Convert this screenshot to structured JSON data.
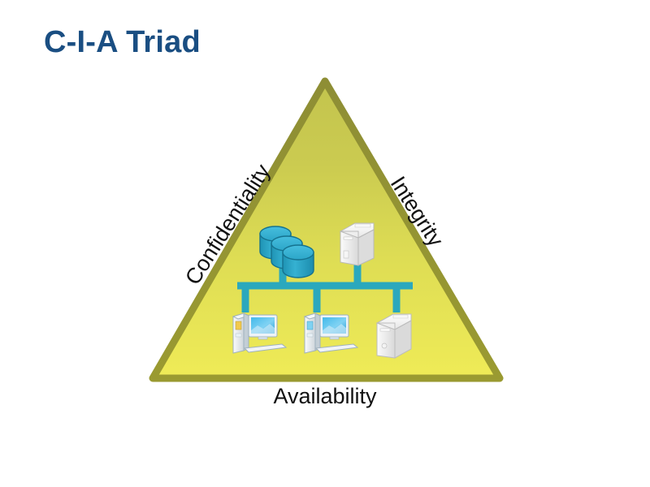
{
  "slide": {
    "title": "C-I-A Triad",
    "title_color": "#1a4e82",
    "background_color": "#ffffff"
  },
  "diagram": {
    "name": "cia-triad-pyramid",
    "shape": "triangle",
    "fill_top_color": "#c8c84f",
    "fill_bottom_color": "#eeea55",
    "border_color": "#93932f",
    "vertices": {
      "apex": "400,100",
      "bottom_left": "188,466",
      "bottom_right": "615,466"
    },
    "labels": {
      "left_edge": "Confidentiality",
      "right_edge": "Integrity",
      "base": "Availability"
    },
    "network": {
      "bus_color": "#2ba8bd",
      "nodes": [
        {
          "name": "database-stack",
          "label": "database-icon",
          "count": 3,
          "color": "#2eaed1"
        },
        {
          "name": "server-tower",
          "label": "server-icon",
          "color": "#f2f2f2"
        },
        {
          "name": "workstation-1",
          "label": "desktop-computer-icon",
          "color": "#e9edf2"
        },
        {
          "name": "workstation-2",
          "label": "desktop-computer-icon",
          "color": "#e9edf2"
        },
        {
          "name": "printer-server",
          "label": "printer-icon",
          "color": "#f2f2f2"
        }
      ]
    }
  }
}
